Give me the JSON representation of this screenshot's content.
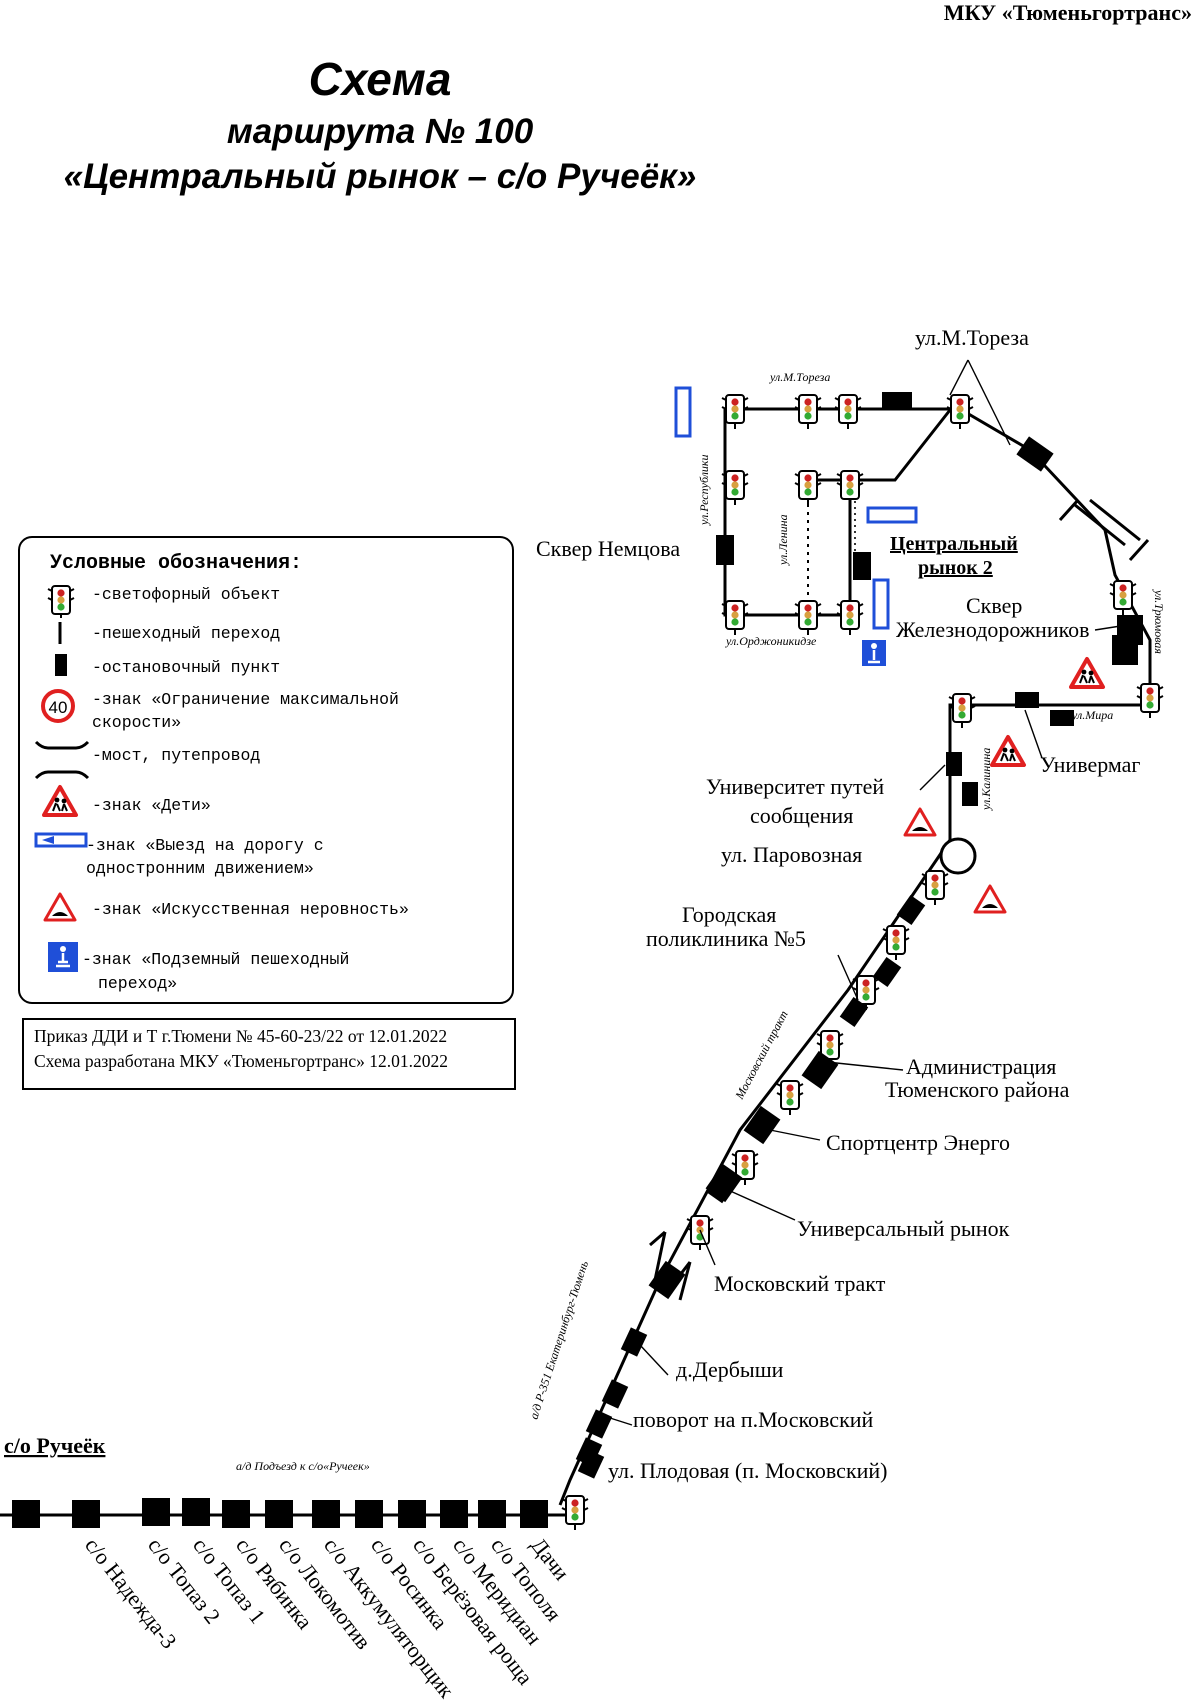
{
  "header": {
    "organization": "МКУ «Тюменьгортранс»",
    "title_line1": "Схема",
    "title_line2": "маршрута № 100",
    "title_line3": "«Центральный рынок – с/о Ручеёк»"
  },
  "legend": {
    "title": "Условные обозначения:",
    "items": {
      "traffic_light": "-светофорный объект",
      "crosswalk": "-пешеходный переход",
      "stop": "-остановочный пункт",
      "speed_limit": "-знак «Ограничение максимальной скорости»",
      "speed_limit_value": "40",
      "bridge": "-мост, путепровод",
      "children": "-знак «Дети»",
      "one_way_exit_1": "-знак «Выезд на дорогу с",
      "one_way_exit_2": "одностронним движением»",
      "speed_bump": "-знак «Искусственная неровность»",
      "underpass_1": "-знак «Подземный пешеходный",
      "underpass_2": "переход»"
    }
  },
  "note": {
    "line1": "Приказ ДДИ и Т г.Тюмени № 45-60-23/22 от 12.01.2022",
    "line2": "Схема разработана МКУ «Тюменьгортранс» 12.01.2022"
  },
  "streets": {
    "torez_small": "ул.М.Тореза",
    "respubliki": "ул.Республики",
    "lenina": "ул.Ленина",
    "ordzhonikidze": "ул.Орджоникидзе",
    "tryumova": "ул.Трюмовая",
    "mira": "ул.Мира",
    "kalinina": "ул.Калинина",
    "moskovsky_trakt_small": "Московский тракт",
    "road_p351": "а/д Р-351 Екатеринбург-Тюмень",
    "road_ruchek": "а/д Подъезд к с/о«Ручеек»"
  },
  "stops": {
    "torez_big": "ул.М.Тореза",
    "skver_nemtsova": "Сквер Немцова",
    "central_market_1": "Центральный",
    "central_market_2": "рынок 2",
    "skver_zhd_1": "Сквер",
    "skver_zhd_2": "Железнодорожников",
    "univermag": "Универмаг",
    "university_1": "Университет путей",
    "university_2": "сообщения",
    "parovoznaya": "ул. Паровозная",
    "poliklinika_1": "Городская",
    "poliklinika_2": "поликлиника №5",
    "admin_1": "Администрация",
    "admin_2": "Тюменского района",
    "energo": "Спортцентр Энерго",
    "universal_market": "Универсальный рынок",
    "moskovsky_trakt": "Московский тракт",
    "derbyshi": "д.Дербыши",
    "povorot": "поворот на п.Московский",
    "plodovaya": "ул. Плодовая (п. Московский)",
    "ruchek": "с/о Ручеёк"
  },
  "bottom_stops": [
    "с/о Надежда-3",
    "с/о Топаз 2",
    "с/о Топаз 1",
    "с/о Рябинка",
    "с/о Локомотив",
    "с/о Аккумуляторщик",
    "с/о Росинка",
    "с/о Берёзовая роща",
    "с/о Меридиан",
    "с/о Тополя",
    "Дачи"
  ],
  "colors": {
    "route": "#000000",
    "sign_blue": "#1f4fd8",
    "sign_red": "#e02020",
    "light_amber": "#d8a040"
  }
}
